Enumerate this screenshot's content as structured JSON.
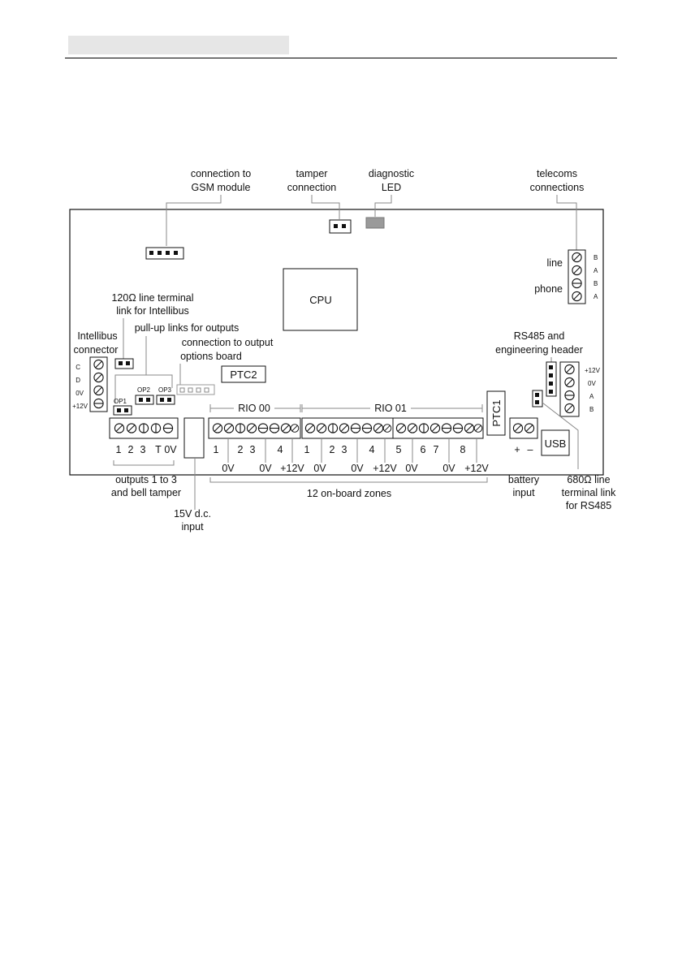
{
  "callouts": {
    "gsm": [
      "connection to",
      "GSM module"
    ],
    "tamper": [
      "tamper",
      "connection"
    ],
    "diag": [
      "diagnostic",
      "LED"
    ],
    "telecoms": [
      "telecoms",
      "connections"
    ],
    "line_term": [
      "120Ω line terminal",
      "link for Intellibus"
    ],
    "pullup": [
      "pull-up links for outputs"
    ],
    "output_opts": [
      "connection to output",
      "options board"
    ],
    "intellibus": [
      "Intellibus",
      "connector"
    ],
    "rs485": [
      "RS485 and",
      "engineering header"
    ],
    "outputs": [
      "outputs 1 to 3",
      "and bell tamper"
    ],
    "v15": [
      "15V d.c.",
      "input"
    ],
    "zones": [
      "12  on-board zones"
    ],
    "battery": [
      "battery",
      "input"
    ],
    "rs485_term": [
      "680Ω line",
      "terminal link",
      "for RS485"
    ]
  },
  "board": {
    "cpu": "CPU",
    "ptc2": "PTC2",
    "ptc1": "PTC1",
    "usb": "USB",
    "rio00": "RIO 00",
    "rio01": "RIO 01",
    "op1": "OP1",
    "op2": "OP2",
    "op3": "OP3",
    "line": "line",
    "phone": "phone",
    "telecom_pins": [
      "B",
      "A",
      "B",
      "A"
    ],
    "intellibus_pins": [
      "C",
      "D",
      "0V",
      "+12V"
    ],
    "rs485_pins": [
      "+12V",
      "0V",
      "A",
      "B"
    ],
    "output_terms": [
      "1",
      "2",
      "3",
      "T",
      "0V"
    ],
    "zone_nums": [
      "1",
      "2",
      "3",
      "4",
      "1",
      "2",
      "3",
      "4",
      "5",
      "6",
      "7",
      "8"
    ],
    "zone_rails": [
      "0V",
      "0V",
      "+12V",
      "0V",
      "0V",
      "+12V",
      "0V",
      "0V",
      "+12V"
    ],
    "battery_terms": [
      "+",
      "–"
    ]
  }
}
